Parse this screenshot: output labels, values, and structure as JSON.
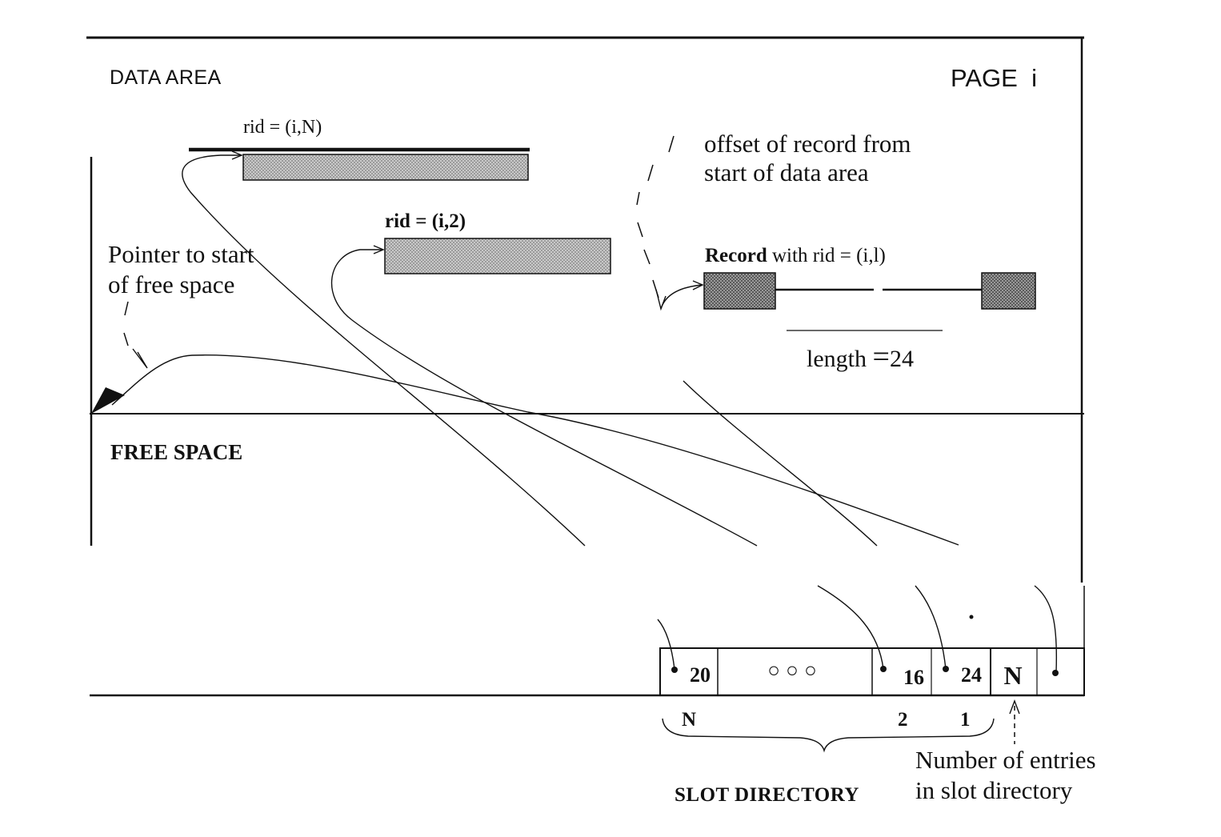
{
  "page": {
    "data_area_label": "DATA AREA",
    "page_label": "PAGE  i",
    "free_space_label": "FREE SPACE",
    "slot_directory_label": "SLOT DIRECTORY"
  },
  "records": {
    "rid_n_label": "rid = (i,N)",
    "rid_2_label": "rid = (i,2)",
    "record_bold": "Record",
    "record_rest": " with rid = (i,l)",
    "length_label": "length ",
    "length_eq": "=",
    "length_value": "24"
  },
  "annotations": {
    "pointer_line1": "Pointer to start",
    "pointer_line2": "of free space",
    "offset_line1": "offset of record from",
    "offset_line2": "start of data area",
    "entries_line1": "Number of entries",
    "entries_line2": "in slot directory"
  },
  "slot_directory": {
    "slots": [
      {
        "offset": "20",
        "index_label": "N"
      },
      {
        "offset": "○ ○ ○",
        "index_label": ""
      },
      {
        "offset": "16",
        "index_label": "2"
      },
      {
        "offset": "24",
        "index_label": "1"
      }
    ],
    "count_value": "N"
  },
  "colors": {
    "ink": "#111111",
    "record_fill": "#bdbdbd",
    "record_dark": "#8a8a8a"
  }
}
